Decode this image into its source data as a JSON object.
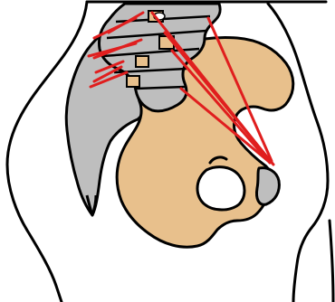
{
  "colors": {
    "background": "#ffffff",
    "outline": "#000000",
    "pelvis_fill": "#E8C08C",
    "spine_fill": "#BEBEBE",
    "hole_fill": "#ffffff",
    "line_color": "#E01E1E"
  },
  "elements": {
    "body_outline": "body-silhouette",
    "spine": "lumbar-spine",
    "sacrum": "sacrum-coccyx",
    "pelvis": "pelvic-bone",
    "obturator_foramen": "obturator-foramen",
    "red_lines": "force-lines"
  }
}
